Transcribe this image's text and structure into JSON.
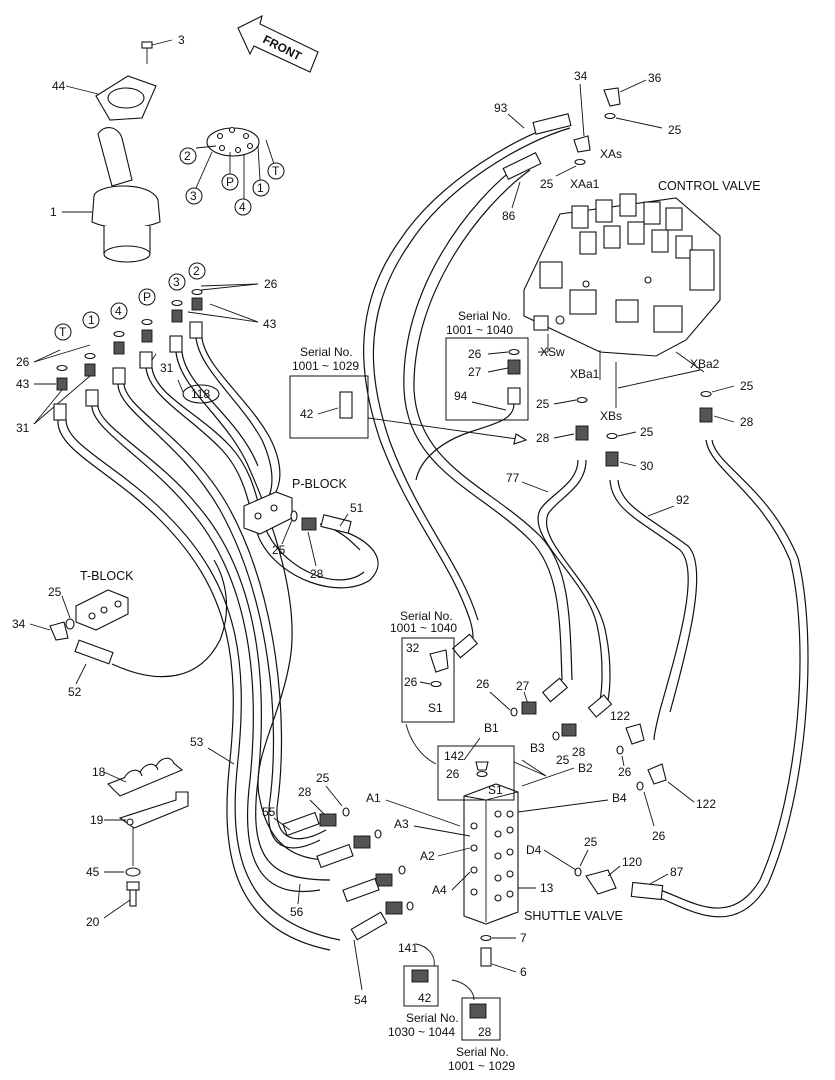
{
  "labels": {
    "front": "FRONT",
    "control_valve": "CONTROL VALVE",
    "shuttle_valve": "SHUTTLE VALVE",
    "p_block": "P-BLOCK",
    "t_block": "T-BLOCK",
    "serial_no": "Serial No.",
    "serial_1001_1029": "1001 ~ 1029",
    "serial_1001_1040": "1001 ~ 1040",
    "serial_1030_1044": "1030 ~ 1044"
  },
  "ports": {
    "xas": "XAs",
    "xaa1": "XAa1",
    "xsw": "XSw",
    "xba1": "XBa1",
    "xba2": "XBa2",
    "xbs": "XBs",
    "s1": "S1",
    "a1": "A1",
    "a2": "A2",
    "a3": "A3",
    "a4": "A4",
    "b1": "B1",
    "b2": "B2",
    "b3": "B3",
    "b4": "B4",
    "d4": "D4"
  },
  "pins": {
    "t": "T",
    "p": "P",
    "one": "1",
    "two": "2",
    "three": "3",
    "four": "4"
  },
  "parts": {
    "p1": "1",
    "p3": "3",
    "p6": "6",
    "p7": "7",
    "p13": "13",
    "p18": "18",
    "p19": "19",
    "p20": "20",
    "p25": "25",
    "p26": "26",
    "p27": "27",
    "p28": "28",
    "p30": "30",
    "p31": "31",
    "p32": "32",
    "p34": "34",
    "p36": "36",
    "p42": "42",
    "p43": "43",
    "p44": "44",
    "p45": "45",
    "p51": "51",
    "p52": "52",
    "p53": "53",
    "p54": "54",
    "p55": "55",
    "p56": "56",
    "p77": "77",
    "p86": "86",
    "p87": "87",
    "p92": "92",
    "p93": "93",
    "p94": "94",
    "p118": "118",
    "p120": "120",
    "p122": "122",
    "p141": "141",
    "p142": "142"
  }
}
